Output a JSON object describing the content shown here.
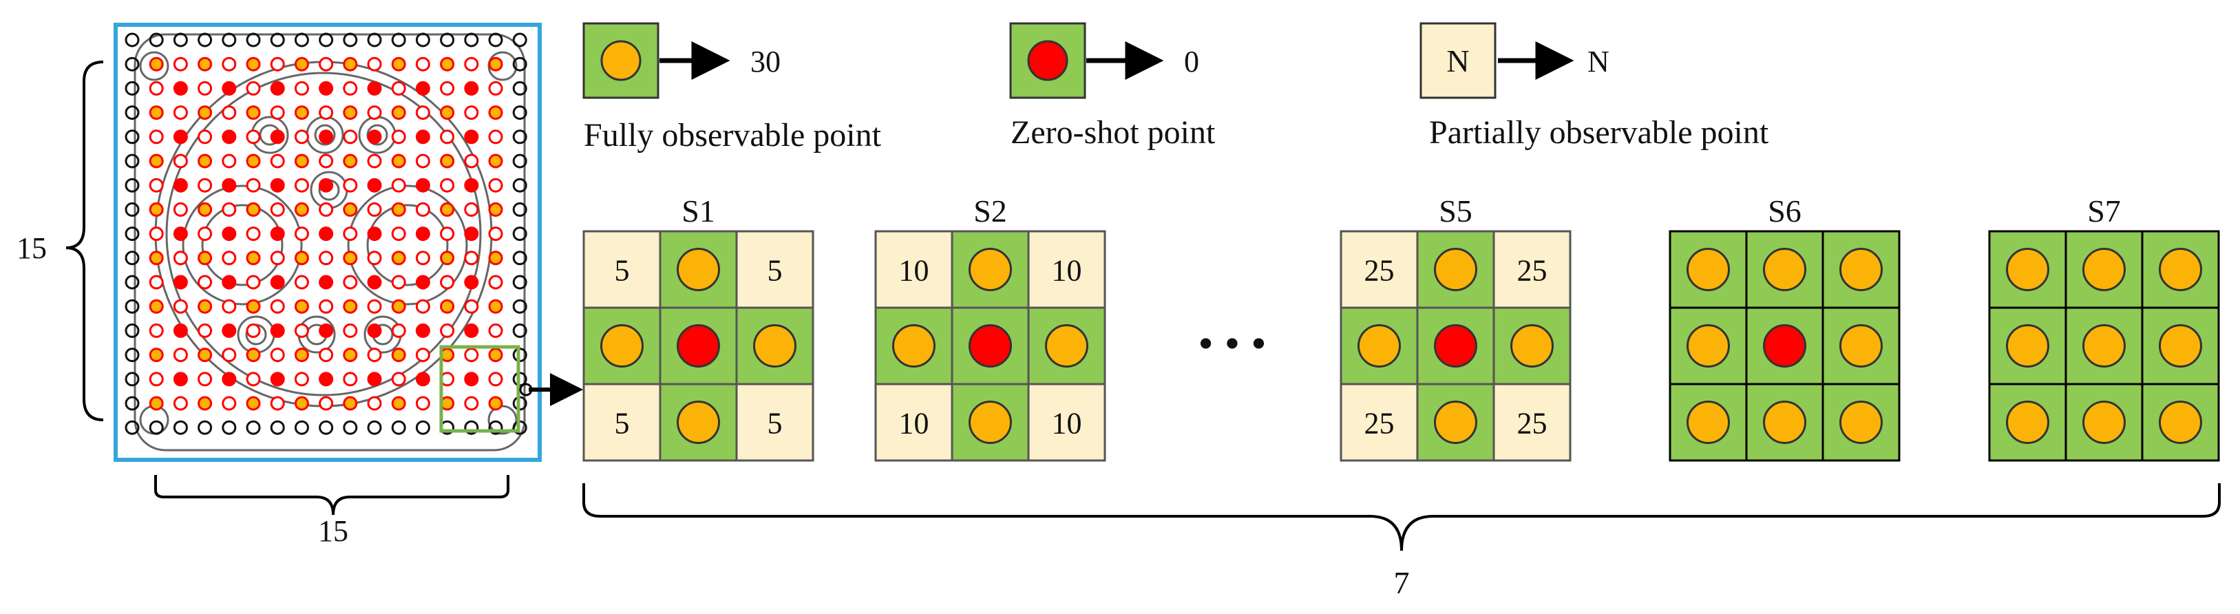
{
  "colors": {
    "green": "#8fca55",
    "cream": "#fdf0cc",
    "orange": "#fbb308",
    "red": "#ff0000",
    "panel_border": "#34a6dc",
    "highlight_border": "#79b24a",
    "grid_line": "#333333",
    "black": "#000000"
  },
  "left_panel": {
    "height_label": "15",
    "width_label": "15"
  },
  "legend": [
    {
      "key": "fully",
      "symbol": "orange-circle",
      "value": "30",
      "label": "Fully observable point"
    },
    {
      "key": "zero",
      "symbol": "red-circle",
      "value": "0",
      "label": "Zero-shot point"
    },
    {
      "key": "partial",
      "symbol": "N",
      "value": "N",
      "label": "Partially observable point"
    }
  ],
  "stages": [
    {
      "title": "S1",
      "corner": "5"
    },
    {
      "title": "S2",
      "corner": "10"
    },
    {
      "title": "S5",
      "corner": "25"
    },
    {
      "title": "S6",
      "corner": ""
    },
    {
      "title": "S7",
      "corner": ""
    }
  ],
  "ellipsis": "• • •",
  "total_label": "7"
}
